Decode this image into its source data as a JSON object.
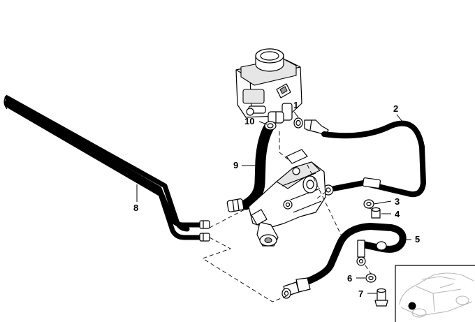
{
  "callouts": {
    "c1": "1",
    "c2": "2",
    "c3": "3",
    "c4": "4",
    "c5": "5",
    "c6": "6",
    "c7": "7",
    "c8": "8",
    "c9": "9",
    "c10": "10"
  },
  "colors": {
    "line": "#000000",
    "background": "#ffffff",
    "inset_car": "#b8b8b8",
    "location_marker": "#000000"
  },
  "icons": {
    "location_marker": "filled-circle"
  }
}
